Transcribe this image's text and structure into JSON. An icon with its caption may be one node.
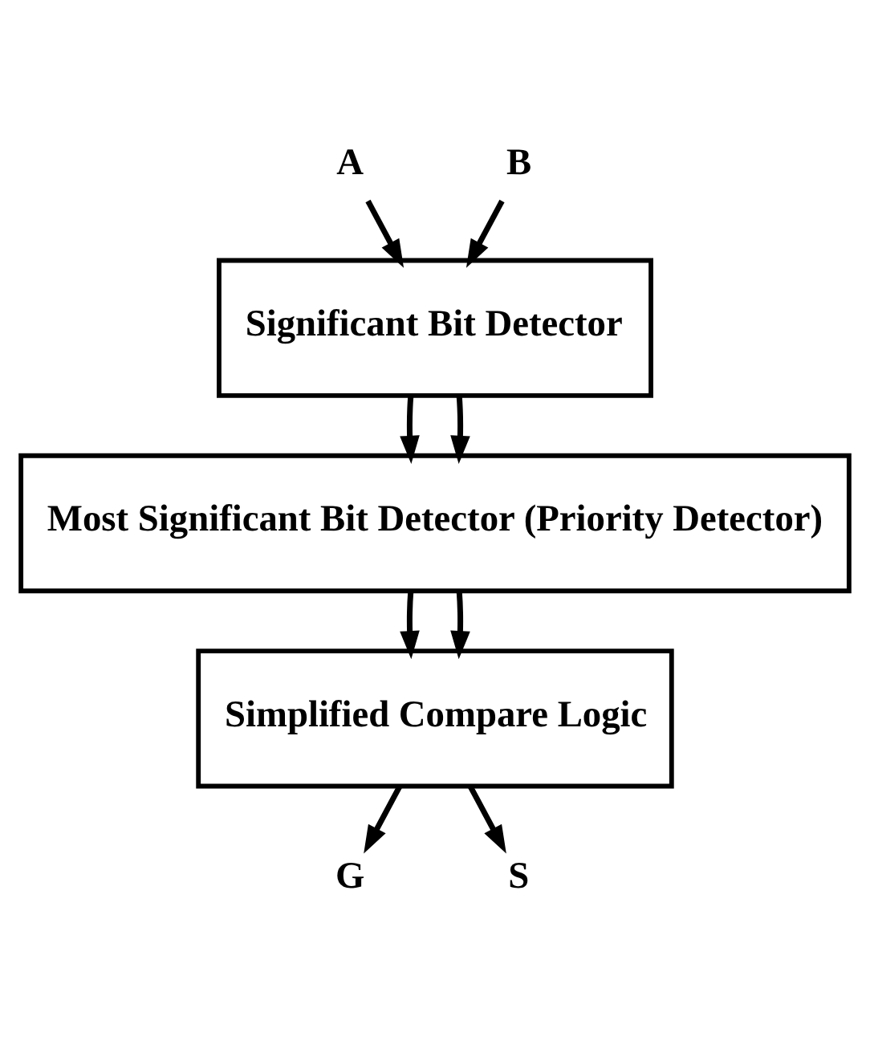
{
  "diagram": {
    "nodes": [
      {
        "text": [
          "A"
        ]
      },
      {
        "text": [
          "B"
        ]
      },
      {
        "text": [
          "Significant Bit Detector"
        ]
      },
      {
        "text": [
          "Most Significant Bit Detector (Priority Detector)"
        ]
      },
      {
        "text": [
          "Simplified Compare Logic"
        ]
      },
      {
        "text": [
          "G"
        ]
      },
      {
        "text": [
          "S"
        ]
      }
    ],
    "edges": [
      {
        "from": 0,
        "to": 2,
        "arrow": "to"
      },
      {
        "from": 1,
        "to": 2,
        "arrow": "to"
      },
      {
        "from": 2,
        "to": 3,
        "arrow": "to"
      },
      {
        "from": 2,
        "to": 3,
        "arrow": "to"
      },
      {
        "from": 3,
        "to": 4,
        "arrow": "to"
      },
      {
        "from": 3,
        "to": 4,
        "arrow": "to"
      },
      {
        "from": 4,
        "to": 5,
        "arrow": "to"
      },
      {
        "from": 4,
        "to": 6,
        "arrow": "to"
      }
    ]
  }
}
